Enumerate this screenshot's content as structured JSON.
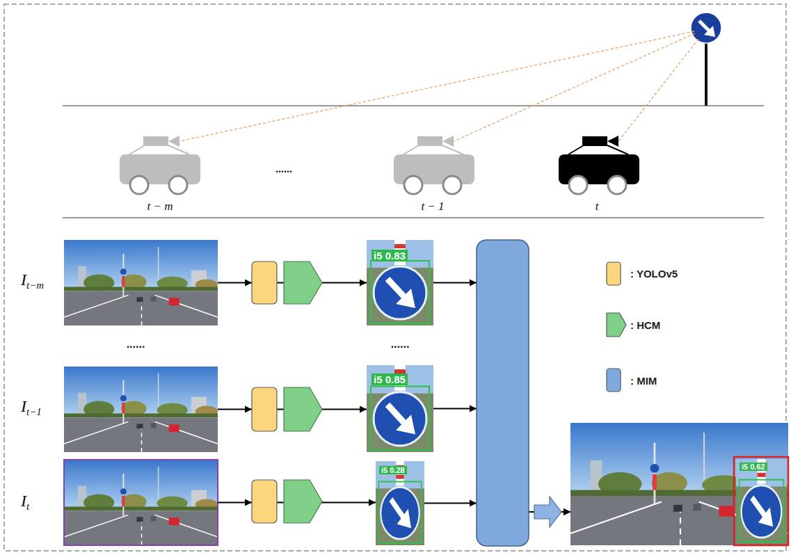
{
  "diagram": {
    "nodes": [
      {
        "text": [
          "It−m"
        ]
      },
      {
        "text": [
          "i5 0.83"
        ]
      },
      {
        "text": [
          "It−1"
        ]
      },
      {
        "text": [
          "i5 0.85"
        ]
      },
      {
        "text": [
          "It"
        ]
      },
      {
        "text": [
          "i5 0.28"
        ]
      },
      {
        "text": [
          "i5 0.62"
        ]
      }
    ],
    "edges": [
      {
        "from": 0,
        "to": 1,
        "arrow": "to"
      },
      {
        "from": 2,
        "to": 3,
        "arrow": "to"
      },
      {
        "from": 4,
        "to": 5,
        "arrow": "to"
      },
      {
        "from": 1,
        "to": 6,
        "arrow": "to"
      },
      {
        "from": 3,
        "to": 6,
        "arrow": "to"
      },
      {
        "from": 5,
        "to": 6,
        "arrow": "to"
      }
    ],
    "labels": [
      "t − m",
      "......",
      "t − 1",
      "t",
      "......",
      "......"
    ],
    "legend": [
      {
        "text": ": YOLOv5",
        "color": "#fbd67c"
      },
      {
        "text": ": HCM",
        "color": "#7fcf86"
      },
      {
        "text": ": MIM",
        "color": "#7fa8dd"
      }
    ]
  }
}
